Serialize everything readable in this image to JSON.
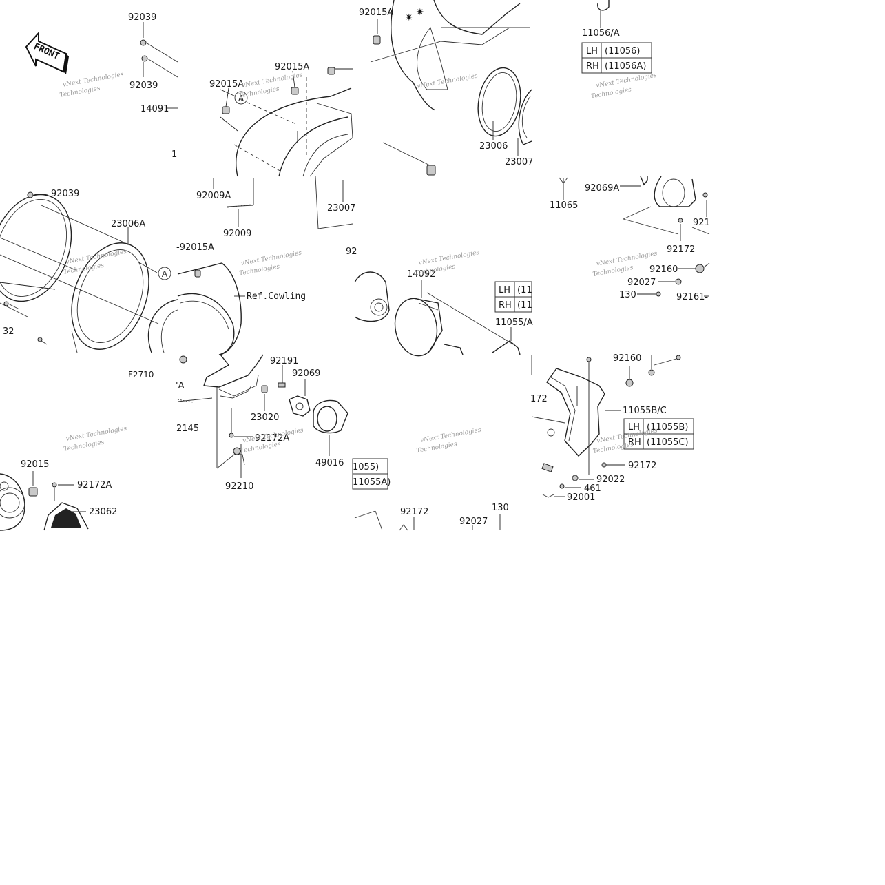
{
  "front_arrow": {
    "text": "FRONT"
  },
  "callouts": {
    "circle_a_1": "A",
    "circle_a_2": "A"
  },
  "labels": {
    "l_92039_top": "92039",
    "l_92039_mid": "92039",
    "l_14091": "14091",
    "l_1": "1",
    "l_92015A_top": "92015A",
    "l_92015A_left": "92015A",
    "l_92015A_right": "92015A",
    "l_92009A": "92009A",
    "l_92009": "92009",
    "l_23007_mid": "23007",
    "l_23006": "23006",
    "l_23007_right": "23007",
    "l_11056A": "11056/A",
    "l_11065": "11065",
    "l_92069A": "92069A",
    "l_921_cut": "921",
    "l_92172_r1": "92172",
    "l_92039_left": "92039",
    "l_23006A": "23006A",
    "l_92015A_dash": "-92015A",
    "l_ref_cowling": "Ref.Cowling",
    "l_92_cut": "92",
    "l_14092": "14092",
    "l_11055A_cut": "11055/A",
    "l_92160_r": "92160",
    "l_92027_r": "92027",
    "l_130_r": "130",
    "l_92161_cut": "92161-",
    "l_32": "32",
    "l_F2710": "F2710",
    "l_A_cut": "'A",
    "l_2145": "2145",
    "l_92191": "92191",
    "l_92069": "92069",
    "l_23020": "23020",
    "l_92172A_mid": "92172A",
    "l_49016": "49016",
    "l_92210": "92210",
    "l_92160_b": "92160",
    "l_172_cut": "172",
    "l_11055BC": "11055B/C",
    "l_92172_b": "92172",
    "l_92022": "92022",
    "l_461": "461",
    "l_92001": "92001",
    "l_92015": "92015",
    "l_92172A_left": "92172A",
    "l_23062": "23062",
    "l_92172_bot": "92172",
    "l_92027_bot": "92027",
    "l_130_bot": "130"
  },
  "tables": {
    "t_11056": {
      "rows": [
        {
          "side": "LH",
          "part": "(11056)"
        },
        {
          "side": "RH",
          "part": "(11056A)"
        }
      ]
    },
    "t_11055_top": {
      "rows": [
        {
          "side": "LH",
          "part": "(11"
        },
        {
          "side": "RH",
          "part": "(11"
        }
      ]
    },
    "t_11055B": {
      "rows": [
        {
          "side": "LH",
          "part": "(11055B)"
        },
        {
          "side": "RH",
          "part": "(11055C)"
        }
      ]
    },
    "t_11055_left": {
      "rows": [
        {
          "part": "1055)"
        },
        {
          "part": "11055A)"
        }
      ]
    }
  },
  "watermark": {
    "line1": "vNext Technologies",
    "line2": "Technologies"
  }
}
